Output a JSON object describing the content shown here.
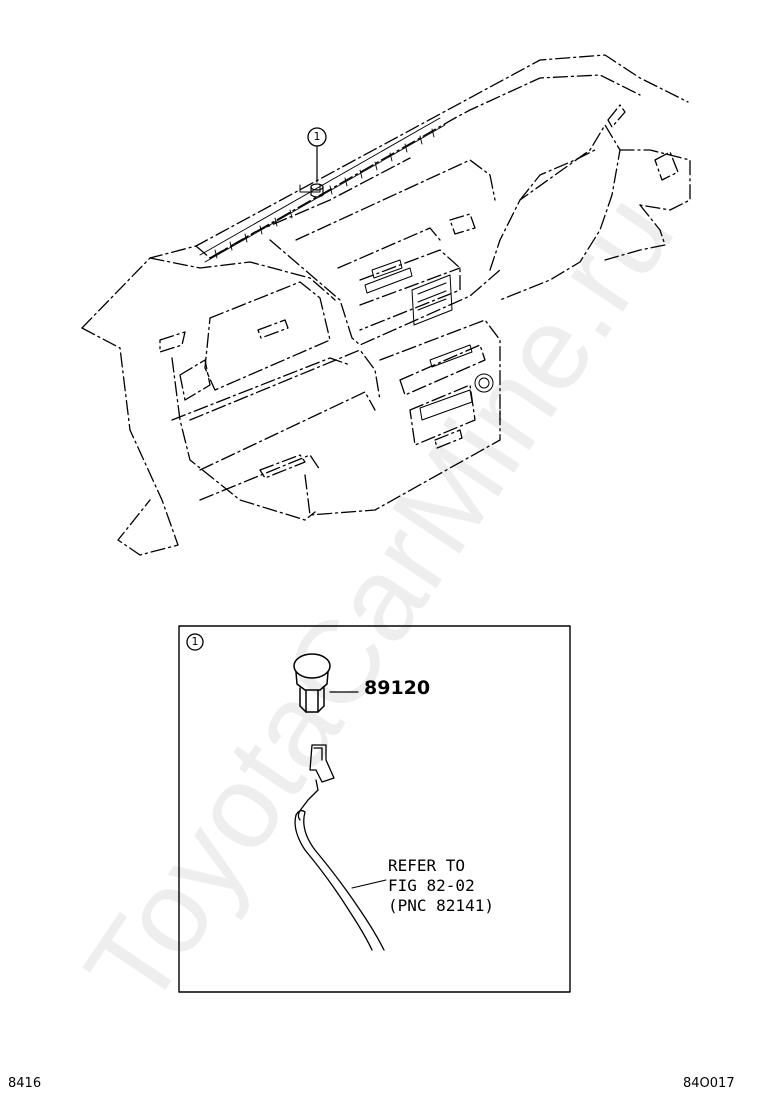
{
  "watermark": "ToyotaCarMine.ru",
  "callout": {
    "number": "1"
  },
  "detail": {
    "callout_number": "1",
    "part_number": "89120",
    "reference_note": "REFER TO\nFIG 82-02\n(PNC 82141)"
  },
  "footer": {
    "left_code": "8416",
    "right_code": "84O017"
  }
}
